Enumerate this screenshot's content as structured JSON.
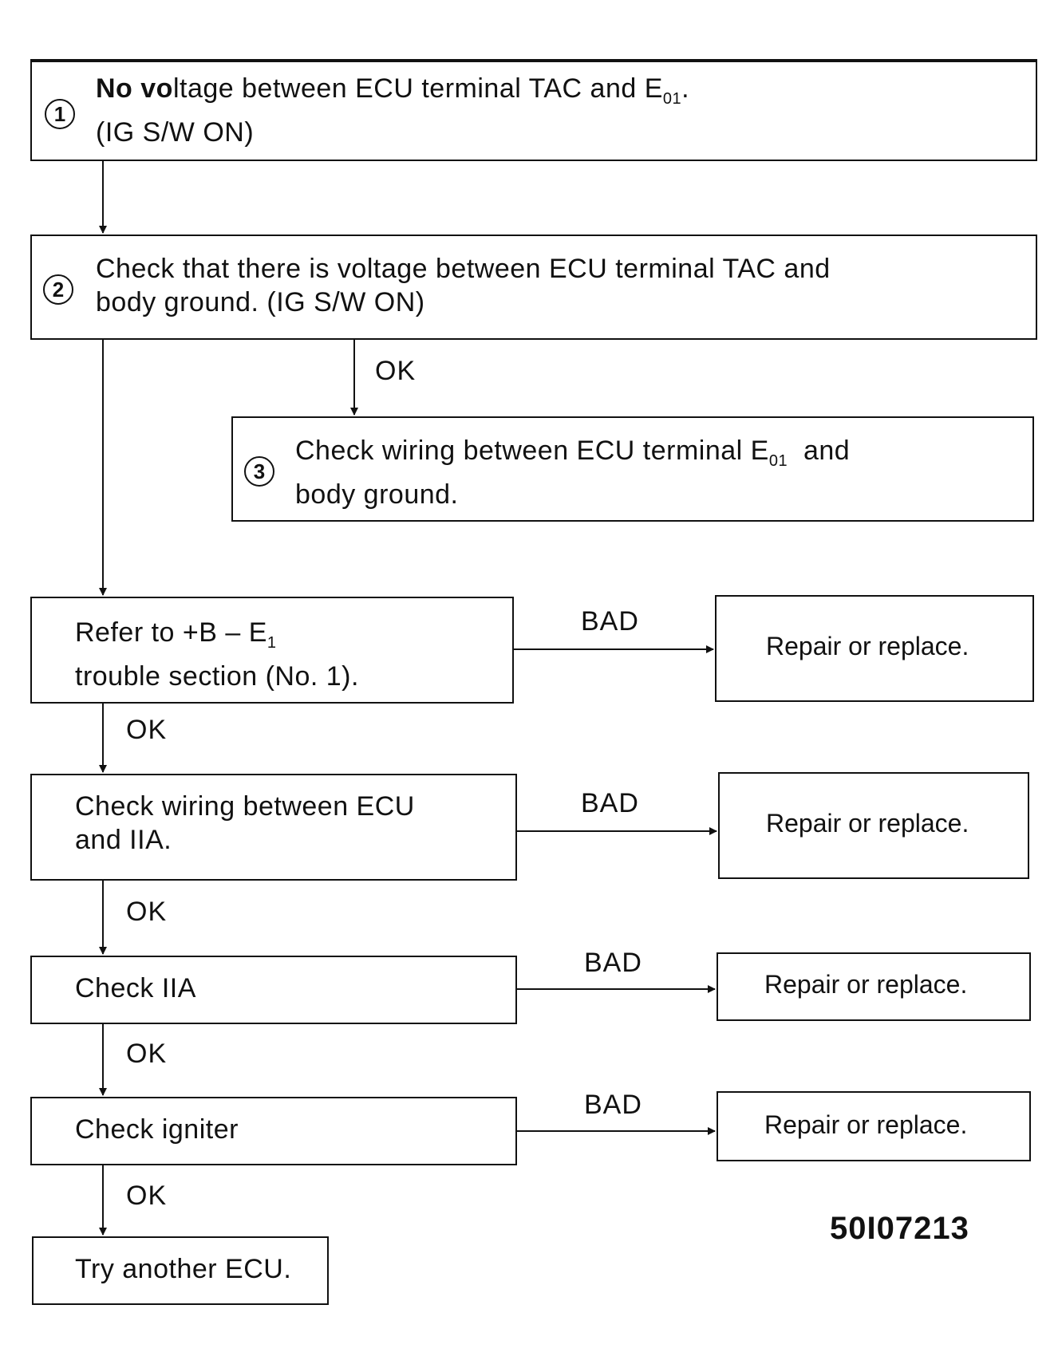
{
  "steps": {
    "s1": {
      "number": "1",
      "line1_bold": "No vo",
      "line1": "ltage between ECU terminal TAC and E",
      "line1_sub": "01",
      "line1_end": ".",
      "line2": "(IG S/W ON)"
    },
    "s2": {
      "number": "2",
      "line1": "Check that there is voltage between ECU terminal TAC and",
      "line2": "body ground. (IG S/W ON)"
    },
    "s3": {
      "number": "3",
      "line1": "Check wiring between ECU terminal E",
      "line1_sub": "01",
      "line1_end": "  and",
      "line2": "body ground."
    },
    "s4": {
      "line1": "Refer to +B – E",
      "line1_sub": "1",
      "line2": "trouble section (No. 1)."
    },
    "s5": {
      "line1": "Check wiring between ECU",
      "line2": "and IIA."
    },
    "s6": {
      "line1": "Check IIA"
    },
    "s7": {
      "line1": "Check igniter"
    },
    "s8": {
      "line1": "Try another ECU."
    }
  },
  "labels": {
    "ok": "OK",
    "bad": "BAD"
  },
  "repair": "Repair or replace.",
  "figure_code": "50I07213"
}
